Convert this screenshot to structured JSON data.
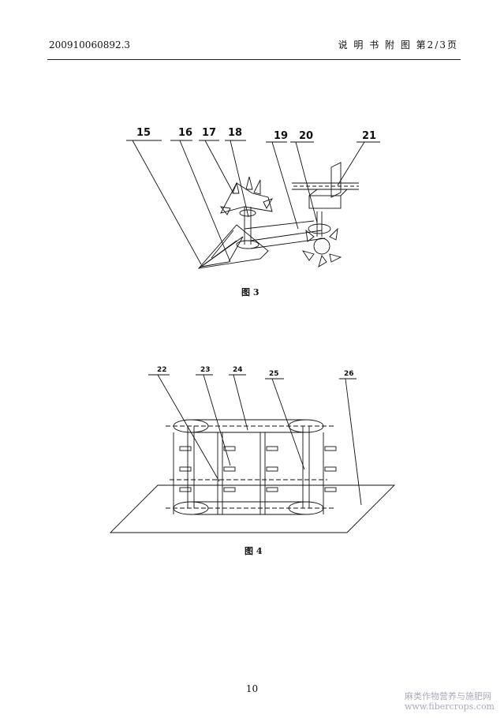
{
  "header": {
    "doc_number": "200910060892.3",
    "section": "说 明 书 附 图  第2/3页"
  },
  "figures": [
    {
      "caption": "图 3",
      "labels": [
        "15",
        "16",
        "17",
        "18",
        "19",
        "20",
        "21"
      ]
    },
    {
      "caption": "图 4",
      "labels": [
        "22",
        "23",
        "24",
        "25",
        "26"
      ]
    }
  ],
  "page_number": "10",
  "watermark": {
    "line1": "麻类作物营养与施肥网",
    "line2": "www.fibercrops.com"
  }
}
